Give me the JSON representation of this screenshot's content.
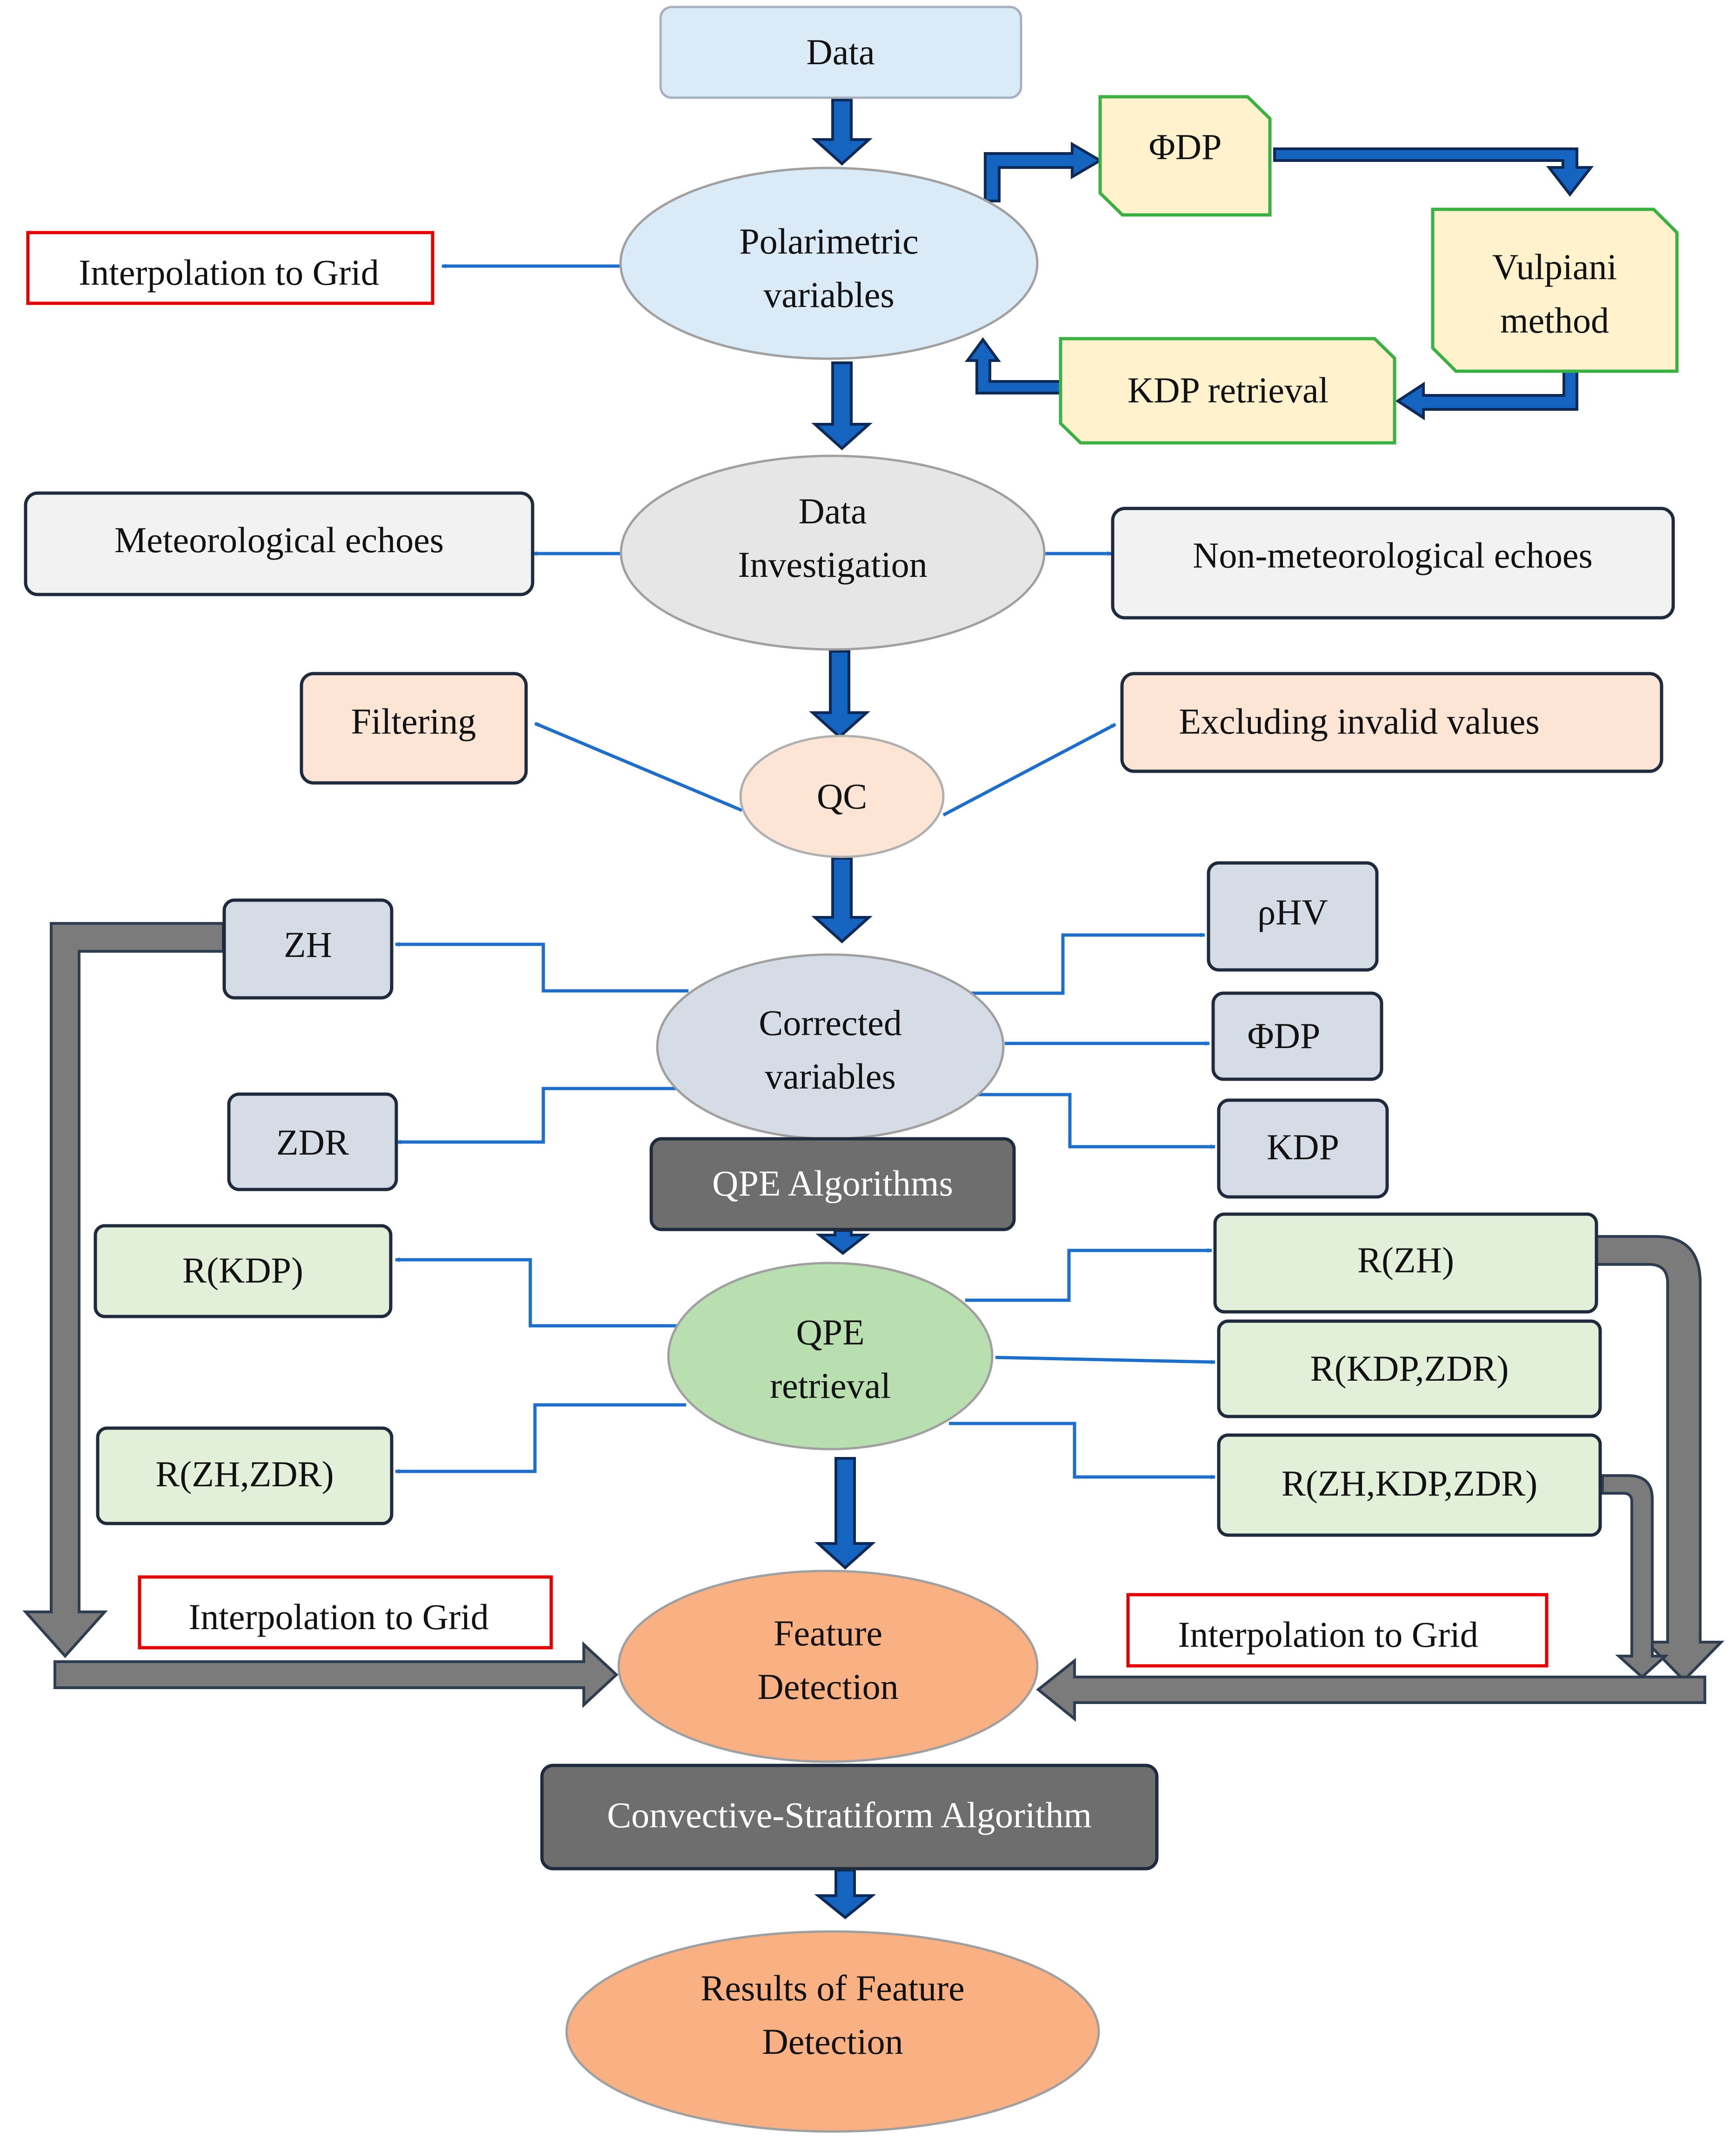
{
  "colors": {
    "blue_arrow": "#1565c0",
    "blue_arrow_border": "#0d2a57",
    "thin_arrow": "#1f6fc9",
    "gray_arrow": "#7b7b7b",
    "gray_arrow_border": "#2e3d4f",
    "light_blue_fill": "#daeaf6",
    "light_gray_fill": "#e6e6e6",
    "very_light_gray_fill": "#f2f2f2",
    "peach_fill": "#fde5d6",
    "slate_fill": "#d6dce5",
    "green_fill": "#e2f0d9",
    "qpe_green_fill": "#b9dfb0",
    "yellow_fill": "#fff2cc",
    "orange_fill": "#f9b183",
    "dark_box_fill": "#6e6e6e",
    "red_border": "#e30000",
    "green_border": "#3cb043",
    "navy_border": "#1f2a3d"
  },
  "nodes": {
    "data": "Data",
    "polarimetric": [
      "Polarimetric",
      "variables"
    ],
    "phidp_top": "ΦDP",
    "vulpiani": [
      "Vulpiani",
      "method"
    ],
    "kdp_retrieval": "KDP retrieval",
    "interp_top": "Interpolation to Grid",
    "data_investigation": [
      "Data",
      "Investigation"
    ],
    "meteorological": "Meteorological echoes",
    "non_meteorological": "Non-meteorological echoes",
    "qc": "QC",
    "filtering": "Filtering",
    "excluding": "Excluding invalid values",
    "corrected": [
      "Corrected",
      "variables"
    ],
    "zh": "ZH",
    "zdr": "ZDR",
    "rhohv": "ρHV",
    "phidp_mid": "ΦDP",
    "kdp": "KDP",
    "qpe_algorithms": "QPE Algorithms",
    "qpe_retrieval": [
      "QPE",
      "retrieval"
    ],
    "r_kdp": "R(KDP)",
    "r_zh_zdr": "R(ZH,ZDR)",
    "r_zh": "R(ZH)",
    "r_kdp_zdr": "R(KDP,ZDR)",
    "r_zh_kdp_zdr": "R(ZH,KDP,ZDR)",
    "interp_left": "Interpolation to Grid",
    "interp_right": "Interpolation to Grid",
    "feature_detection": [
      "Feature",
      "Detection"
    ],
    "convective": "Convective-Stratiform Algorithm",
    "results": [
      "Results of Feature",
      "Detection"
    ]
  }
}
